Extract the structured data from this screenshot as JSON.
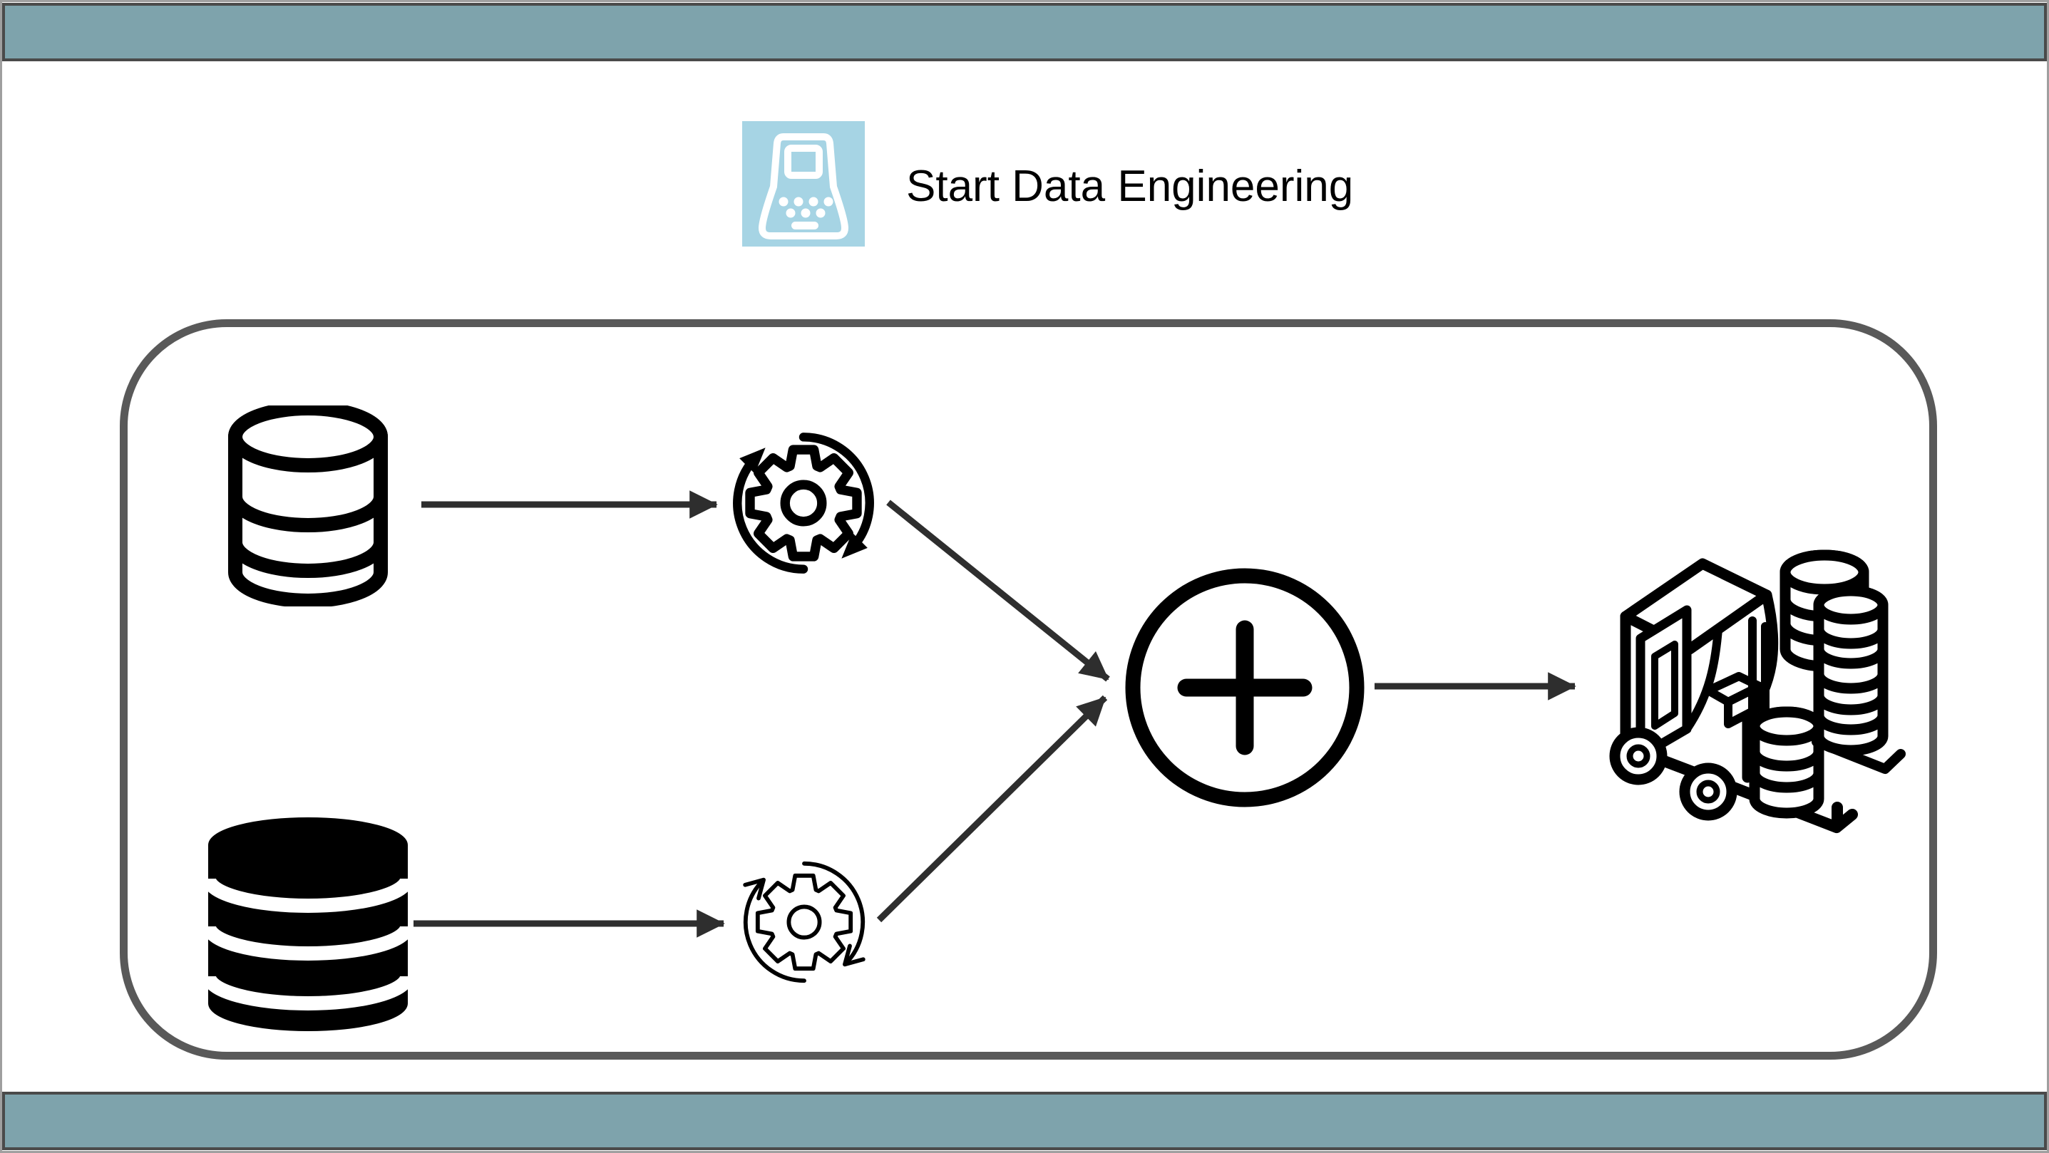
{
  "window": {
    "background": "#ffffff",
    "band_color": "#7ea3ac",
    "band_border_color": "#4a4a4a",
    "outer_border_color": "#9f9f9f"
  },
  "header": {
    "title": "Start Data Engineering",
    "logo": {
      "icon": "laptop-icon",
      "background_color": "#a6d4e4",
      "glyph_color": "#ffffff"
    }
  },
  "pipeline": {
    "container_border_color": "#595959",
    "icon_color": "#000000",
    "arrow_color": "#2e2e2e",
    "nodes": [
      {
        "id": "source-database-top",
        "icon": "database-outline-icon"
      },
      {
        "id": "source-database-bottom",
        "icon": "database-filled-icon"
      },
      {
        "id": "process-top",
        "icon": "sync-gear-bold-icon"
      },
      {
        "id": "process-bottom",
        "icon": "sync-gear-thin-icon"
      },
      {
        "id": "combine",
        "icon": "plus-circle-icon"
      },
      {
        "id": "warehouse",
        "icon": "forklift-barrels-icon"
      }
    ],
    "edges": [
      {
        "from": "source-database-top",
        "to": "process-top"
      },
      {
        "from": "source-database-bottom",
        "to": "process-bottom"
      },
      {
        "from": "process-top",
        "to": "combine"
      },
      {
        "from": "process-bottom",
        "to": "combine"
      },
      {
        "from": "combine",
        "to": "warehouse"
      }
    ]
  }
}
